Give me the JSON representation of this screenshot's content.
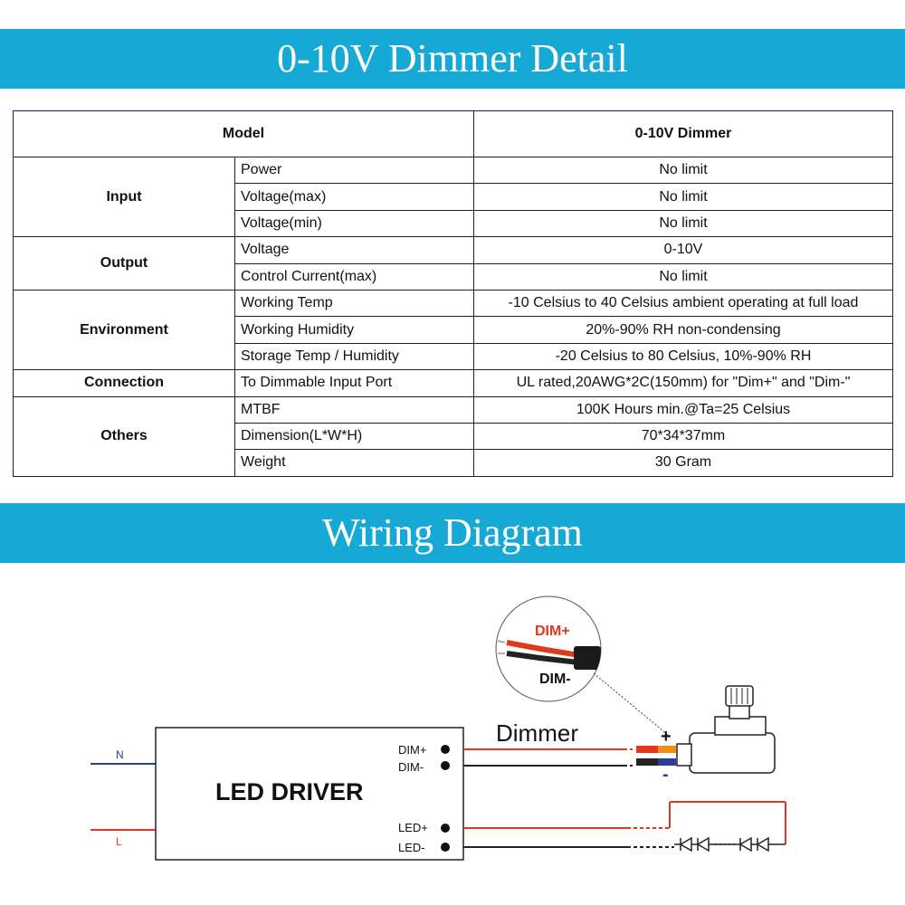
{
  "banners": {
    "spec_title": "0-10V Dimmer Detail",
    "wiring_title": "Wiring Diagram"
  },
  "spec_table": {
    "header": {
      "model_label": "Model",
      "model_value": "0-10V Dimmer"
    },
    "groups": [
      {
        "name": "Input",
        "rows": [
          {
            "item": "Power",
            "value": "No limit"
          },
          {
            "item": "Voltage(max)",
            "value": "No limit"
          },
          {
            "item": "Voltage(min)",
            "value": "No limit"
          }
        ]
      },
      {
        "name": "Output",
        "rows": [
          {
            "item": "Voltage",
            "value": "0-10V"
          },
          {
            "item": "Control Current(max)",
            "value": "No limit"
          }
        ]
      },
      {
        "name": "Environment",
        "rows": [
          {
            "item": "Working Temp",
            "value": "-10 Celsius to 40 Celsius ambient operating at full load"
          },
          {
            "item": "Working Humidity",
            "value": "20%-90% RH non-condensing"
          },
          {
            "item": "Storage Temp / Humidity",
            "value": "-20 Celsius to 80 Celsius, 10%-90% RH"
          }
        ]
      },
      {
        "name": "Connection",
        "rows": [
          {
            "item": "To Dimmable Input Port",
            "value": "UL rated,20AWG*2C(150mm) for \"Dim+\" and \"Dim-\""
          }
        ]
      },
      {
        "name": "Others",
        "rows": [
          {
            "item": "MTBF",
            "value": "100K Hours min.@Ta=25 Celsius"
          },
          {
            "item": "Dimension(L*W*H)",
            "value": "70*34*37mm"
          },
          {
            "item": "Weight",
            "value": "30 Gram"
          }
        ]
      }
    ]
  },
  "diagram": {
    "driver_label": "LED DRIVER",
    "terminals": {
      "dim_plus": "DIM+",
      "dim_minus": "DIM-",
      "led_plus": "LED+",
      "led_minus": "LED-"
    },
    "mains": {
      "n": "N",
      "l": "L"
    },
    "dimmer_label": "Dimmer",
    "zoom_dim_plus": "DIM+",
    "zoom_dim_minus": "DIM-",
    "plus_sign": "+",
    "minus_sign": "-",
    "colors": {
      "banner": "#17a9d6",
      "red_wire": "#e03a1e",
      "blue_wire": "#2a3f9a",
      "black_wire": "#222222",
      "orange_wire": "#f28c1a"
    }
  }
}
